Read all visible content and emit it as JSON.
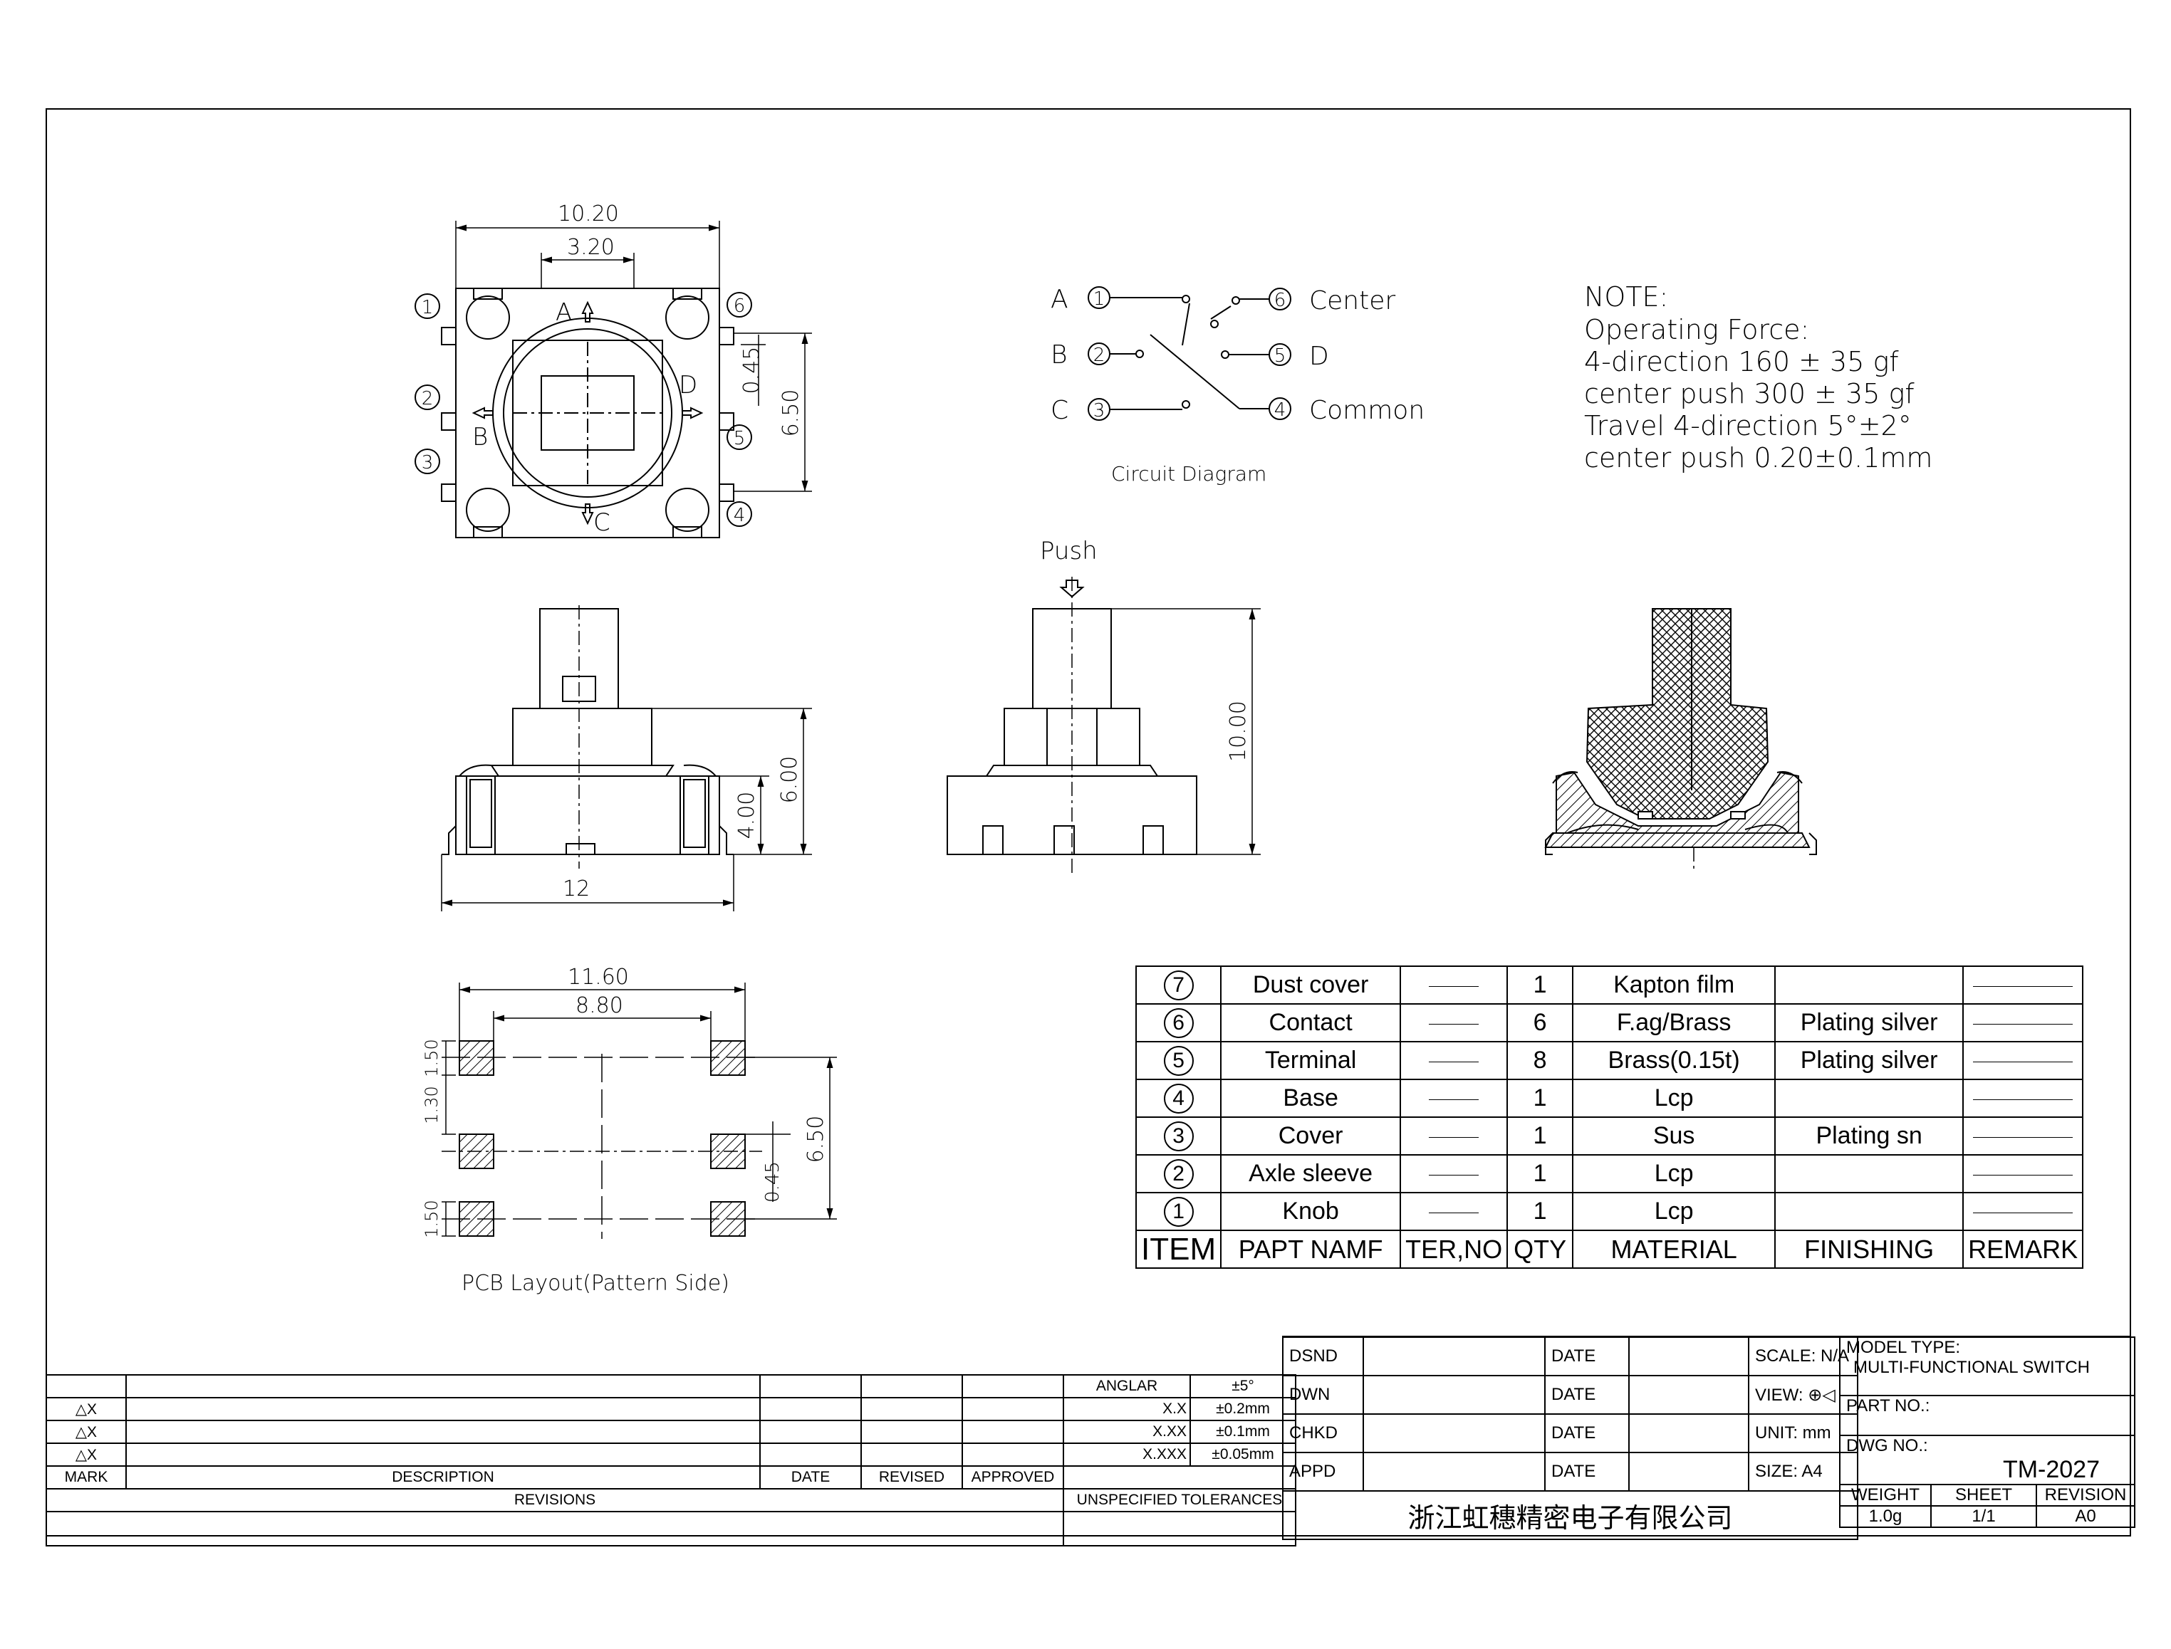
{
  "top_view": {
    "dims": {
      "width": "10.20",
      "inner": "3.20",
      "pitch": "0.45",
      "height": "6.50"
    },
    "pins": [
      "1",
      "2",
      "3",
      "4",
      "5",
      "6"
    ],
    "directions": {
      "a": "A",
      "b": "B",
      "c": "C",
      "d": "D"
    }
  },
  "circuit": {
    "labels": [
      "A",
      "B",
      "C"
    ],
    "pins_left": [
      "1",
      "2",
      "3"
    ],
    "pins_right": [
      "6",
      "5",
      "4"
    ],
    "right_labels": [
      "Center",
      "D",
      "Common"
    ],
    "caption": "Circuit Diagram"
  },
  "note": {
    "title": "NOTE:",
    "lines": [
      "Operating Force:",
      "4-direction 160 ± 35 gf",
      "center push 300 ± 35 gf",
      "Travel 4-direction 5°±2°",
      "center push 0.20±0.1mm"
    ]
  },
  "front_view": {
    "dim_height1": "4.00",
    "dim_height2": "6.00",
    "dim_width": "12"
  },
  "side_view": {
    "push_label": "Push",
    "dim_height": "10.00"
  },
  "pcb": {
    "dims": {
      "outer": "11.60",
      "inner": "8.80",
      "pad_h1": "1.50",
      "gap": "1.30",
      "pad_h2": "1.50",
      "pitch": "0.45",
      "height": "6.50"
    },
    "caption": "PCB Layout(Pattern Side)"
  },
  "parts_table": {
    "header": {
      "item": "ITEM",
      "name": "PAPT NAMF",
      "ter": "TER,NO",
      "qty": "QTY",
      "material": "MATERIAL",
      "finishing": "FINISHING",
      "remark": "REMARK"
    },
    "rows": [
      {
        "item": "7",
        "name": "Dust cover",
        "qty": "1",
        "material": "Kapton film",
        "finishing": ""
      },
      {
        "item": "6",
        "name": "Contact",
        "qty": "6",
        "material": "F.ag/Brass",
        "finishing": "Plating silver"
      },
      {
        "item": "5",
        "name": "Terminal",
        "qty": "8",
        "material": "Brass(0.15t)",
        "finishing": "Plating silver"
      },
      {
        "item": "4",
        "name": "Base",
        "qty": "1",
        "material": "Lcp",
        "finishing": ""
      },
      {
        "item": "3",
        "name": "Cover",
        "qty": "1",
        "material": "Sus",
        "finishing": "Plating  sn"
      },
      {
        "item": "2",
        "name": "Axle sleeve",
        "qty": "1",
        "material": "Lcp",
        "finishing": ""
      },
      {
        "item": "1",
        "name": "Knob",
        "qty": "1",
        "material": "Lcp",
        "finishing": ""
      }
    ]
  },
  "revisions": {
    "marks": [
      "△X",
      "△X",
      "△X"
    ],
    "columns": {
      "mark": "MARK",
      "description": "DESCRIPTION",
      "date": "DATE",
      "revised": "REVISED",
      "approved": "APPROVED"
    },
    "footer": "REVISIONS"
  },
  "tolerances": {
    "rows": [
      {
        "k": "ANGLAR",
        "v": "±5°"
      },
      {
        "k": "X.X",
        "v": "±0.2mm"
      },
      {
        "k": "X.XX",
        "v": "±0.1mm"
      },
      {
        "k": "X.XXX",
        "v": "±0.05mm"
      }
    ],
    "footer": "UNSPECIFIED TOLERANCES"
  },
  "title_block": {
    "dsnd": "DSND",
    "dwn": "DWN",
    "chkd": "CHKD",
    "appd": "APPD",
    "date": "DATE",
    "scale": "SCALE: N/A",
    "view": "VIEW:",
    "unit": "UNIT: mm",
    "size": "SIZE: A4",
    "company": "浙江虹穗精密电子有限公司",
    "model_type_label": "MODEL TYPE:",
    "model_type": "MULTI-FUNCTIONAL SWITCH",
    "part_no_label": "PART NO.:",
    "dwg_no_label": "DWG NO.:",
    "dwg_no": "TM-2027",
    "weight_label": "WEIGHT",
    "weight": "1.0g",
    "sheet_label": "SHEET",
    "sheet": "1/1",
    "revision_label": "REVISION",
    "revision": "A0"
  }
}
